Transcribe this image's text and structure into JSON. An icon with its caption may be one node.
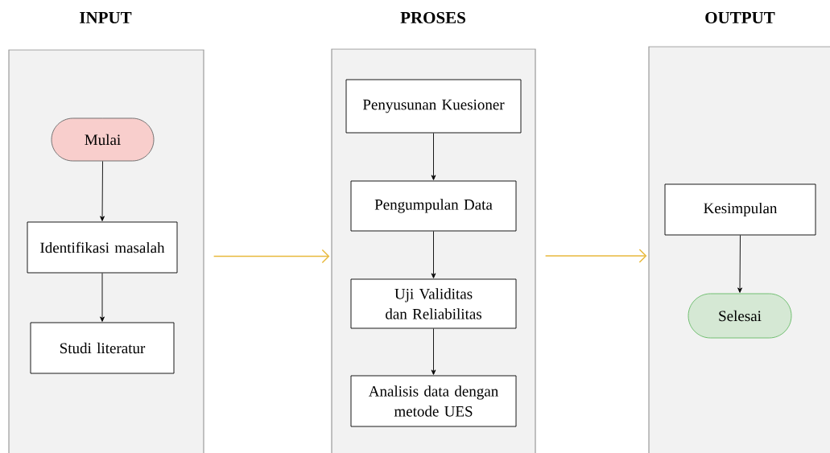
{
  "diagram": {
    "nodes": [
      {
        "text": [
          "INPUT"
        ]
      },
      {
        "text": [
          "Mulai"
        ],
        "in": 0
      },
      {
        "text": [
          "Identifikasi masalah"
        ],
        "in": 0
      },
      {
        "text": [
          "Studi literatur"
        ],
        "in": 0
      },
      {
        "text": [
          "PROSES"
        ]
      },
      {
        "text": [
          "Penyusunan Kuesioner"
        ],
        "in": 4
      },
      {
        "text": [
          "Pengumpulan Data"
        ],
        "in": 4
      },
      {
        "text": [
          "Uji Validitas dan Reliabilitas"
        ],
        "in": 4
      },
      {
        "text": [
          "Analisis data dengan metode UES"
        ],
        "in": 4
      },
      {
        "text": [
          "OUTPUT"
        ]
      },
      {
        "text": [
          "Kesimpulan"
        ],
        "in": 9
      },
      {
        "text": [
          "Selesai"
        ],
        "in": 9
      }
    ],
    "edges": [
      {
        "from": 1,
        "to": 2,
        "arrow": "to"
      },
      {
        "from": 2,
        "to": 3,
        "arrow": "to"
      },
      {
        "from": 0,
        "to": 4,
        "arrow": "to",
        "color": "#e8b93c"
      },
      {
        "from": 5,
        "to": 6,
        "arrow": "to"
      },
      {
        "from": 6,
        "to": 7,
        "arrow": "to"
      },
      {
        "from": 7,
        "to": 8,
        "arrow": "to"
      },
      {
        "from": 4,
        "to": 9,
        "arrow": "to",
        "color": "#e8b93c"
      },
      {
        "from": 10,
        "to": 11,
        "arrow": "to"
      }
    ]
  }
}
